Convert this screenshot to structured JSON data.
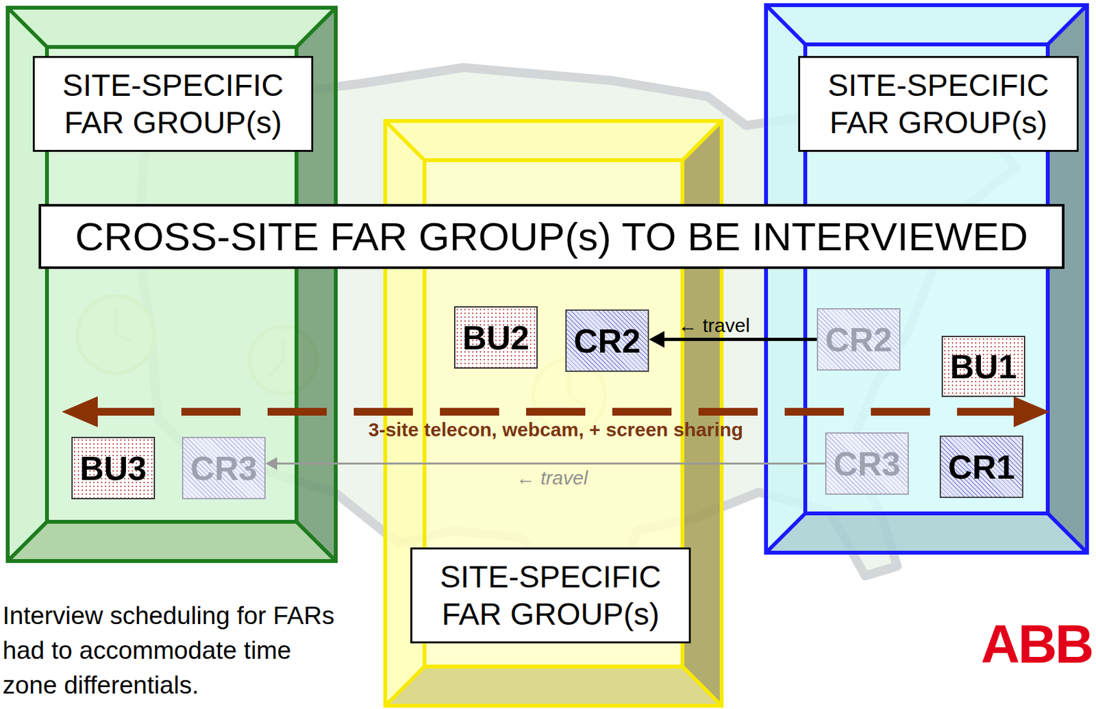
{
  "diagram": {
    "caption": "Interview scheduling for FARs had to accommodate time zone differentials.",
    "nodes": [
      {
        "text": [
          "SITE-SPECIFIC FAR GROUP(s)"
        ]
      },
      {
        "text": [
          "SITE-SPECIFIC FAR GROUP(s)"
        ]
      },
      {
        "text": [
          "SITE-SPECIFIC FAR GROUP(s)"
        ]
      },
      {
        "text": [
          "CROSS-SITE FAR GROUP(s) TO BE INTERVIEWED"
        ]
      },
      {
        "text": [
          "BU2"
        ],
        "in": 1
      },
      {
        "text": [
          "CR2"
        ],
        "in": 1
      },
      {
        "text": [
          "CR2"
        ],
        "in": 2
      },
      {
        "text": [
          "BU1"
        ],
        "in": 2
      },
      {
        "text": [
          "BU3"
        ],
        "in": 0
      },
      {
        "text": [
          "CR3"
        ],
        "in": 0
      },
      {
        "text": [
          "CR3"
        ],
        "in": 2
      },
      {
        "text": [
          "CR1"
        ],
        "in": 2
      }
    ],
    "edges": [
      {
        "from": 6,
        "to": 5,
        "arrow": "to",
        "label": "← travel"
      },
      {
        "from": 10,
        "to": 9,
        "arrow": "to",
        "label": "← travel"
      }
    ],
    "labels": [
      "3-site telecon, webcam, + screen sharing",
      "ABB"
    ]
  }
}
